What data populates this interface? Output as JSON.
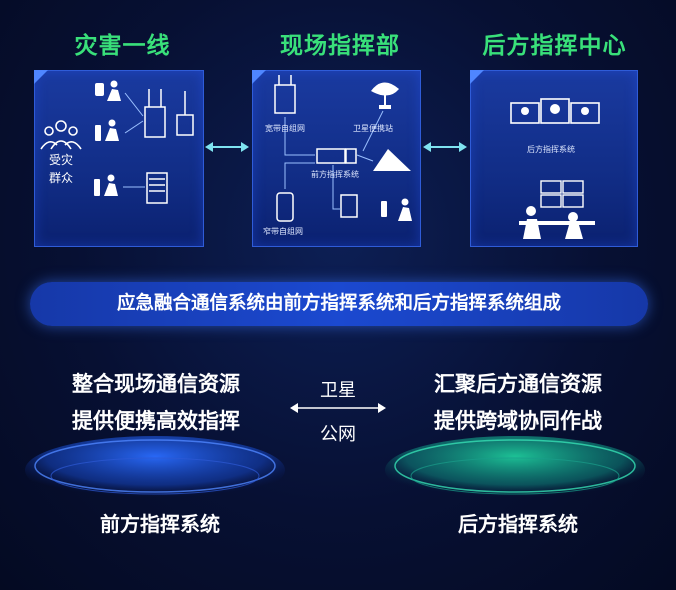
{
  "columns": {
    "front_line": {
      "title": "灾害一线",
      "people_label_1": "受灾",
      "people_label_2": "群众"
    },
    "site_command": {
      "title": "现场指挥部",
      "broadband": "宽带自组网",
      "satellite": "卫星便携站",
      "front_system": "前方指挥系统",
      "narrowband": "窄带自组网"
    },
    "rear_center": {
      "title": "后方指挥中心",
      "rear_system": "后方指挥系统"
    }
  },
  "banner": "应急融合通信系统由前方指挥系统和后方指挥系统组成",
  "left_block": {
    "line1": "整合现场通信资源",
    "line2": "提供便携高效指挥",
    "title": "前方指挥系统"
  },
  "middle": {
    "line1": "卫星",
    "line2": "公网"
  },
  "right_block": {
    "line1": "汇聚后方通信资源",
    "line2": "提供跨域协同作战",
    "title": "后方指挥系统"
  },
  "colors": {
    "title_green": "#39e07a",
    "panel_blue": "#1a3aa0",
    "arrow_cyan": "#7fe3f0"
  }
}
